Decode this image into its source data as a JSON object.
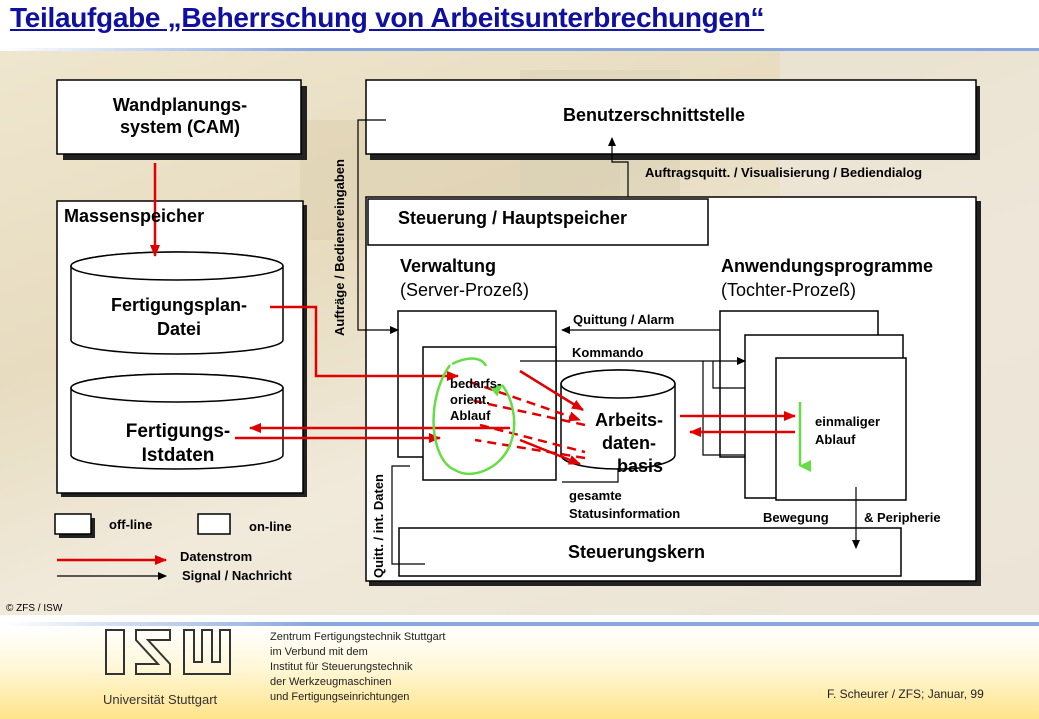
{
  "slide": {
    "title": "Teilaufgabe „Beherrschung von Arbeitsunterbrechungen“",
    "copyright": "© ZFS / ISW"
  },
  "boxes": {
    "cam_line1": "Wandplanungs-",
    "cam_line2": "system (CAM)",
    "benutzer": "Benutzerschnittstelle",
    "massenspeicher": "Massenspeicher",
    "fplan_line1": "Fertigungsplan-",
    "fplan_line2": "Datei",
    "fist_line1": "Fertigungs-",
    "fist_line2": "Istdaten",
    "steuerung_haupt": "Steuerung / Hauptspeicher",
    "verwaltung_line1": "Verwaltung",
    "verwaltung_line2": "(Server-Prozeß)",
    "anwendung_line1": "Anwendungsprogramme",
    "anwendung_line2": "(Tochter-Prozeß)",
    "bedarf_line1": "bedarfs-",
    "bedarf_line2": "orient.",
    "bedarf_line3": "Ablauf",
    "arbeit_line1": "Arbeits-",
    "arbeit_line2": "daten-",
    "arbeit_line3": "basis",
    "einmalig_line1": "einmaliger",
    "einmalig_line2": "Ablauf",
    "steuerungskern": "Steuerungskern"
  },
  "labels": {
    "auftraege": "Aufträge / Bedienereingaben",
    "auftragsquitt": "Auftragsquitt. / Visualisierung / Bediendialog",
    "quittung": "Quittung / Alarm",
    "kommando": "Kommando",
    "gesamte_line1": "gesamte",
    "gesamte_line2": "Statusinformation",
    "quitt_int": "Quitt. / int. Daten",
    "bewegung": "Bewegung",
    "peripherie": "& Peripherie"
  },
  "legend": {
    "offline": "off-line",
    "online": "on-line",
    "datenstrom": "Datenstrom",
    "signal": "Signal / Nachricht"
  },
  "footer": {
    "university": "Universität Stuttgart",
    "line1": "Zentrum Fertigungstechnik Stuttgart",
    "line2": "im Verbund mit dem",
    "line3": "Institut für Steuerungstechnik",
    "line4": "der Werkzeugmaschinen",
    "line5": "und Fertigungseinrichtungen",
    "author": "F. Scheurer / ZFS; Januar, 99"
  },
  "colors": {
    "title": "#1010a0",
    "datenstrom": "#e00000",
    "signal": "#000000",
    "cycle": "#66dd44",
    "footer_band": "#ffe48a"
  }
}
